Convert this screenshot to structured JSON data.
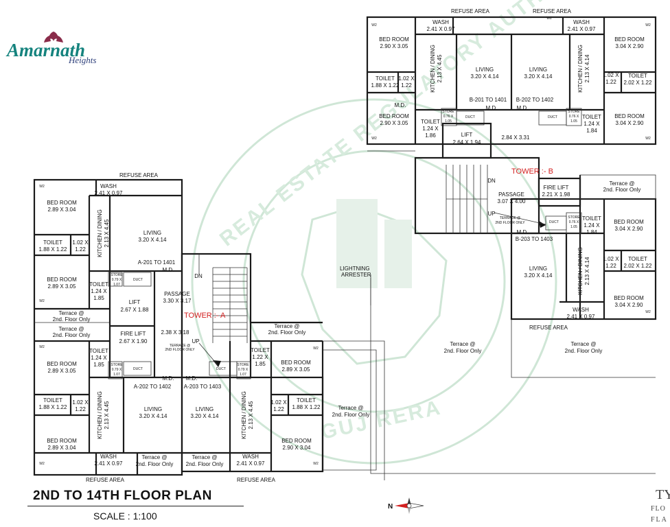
{
  "logo": {
    "brand": "Amarnath",
    "sub": "Heights"
  },
  "title": "2ND TO 14TH FLOOR PLAN",
  "scale": "SCALE : 1:100",
  "watermark": "REAL ESTATE REGULATORY AUTHORITY",
  "watermark_bottom": "GUJ RERA",
  "side_text": {
    "type": "TY",
    "floor": "FLO",
    "flat": "FLA"
  },
  "north": "N",
  "lightning": "LIGHTNING ARRESTER",
  "labels": [
    {
      "id": "refuse-a-top",
      "t": "REFUSE AREA"
    },
    {
      "id": "wash-a1",
      "t": "WASH"
    },
    {
      "id": "wash-a1-d",
      "t": "2.41 X 0.97"
    },
    {
      "id": "bed-a1",
      "t": "BED ROOM"
    },
    {
      "id": "bed-a1-d",
      "t": "2.89 X 3.04"
    },
    {
      "id": "kit-a1",
      "t": "KITCHEN / DINING"
    },
    {
      "id": "kit-a1-d",
      "t": "2.13 X 4.45"
    },
    {
      "id": "liv-a1",
      "t": "LIVING"
    },
    {
      "id": "liv-a1-d",
      "t": "3.20 X 4.14"
    },
    {
      "id": "toi-a1",
      "t": "TOILET"
    },
    {
      "id": "toi-a1-d",
      "t": "1.88 X 1.22"
    },
    {
      "id": "toi-a1b",
      "t": "1.02 X"
    },
    {
      "id": "toi-a1b2",
      "t": "1.22"
    },
    {
      "id": "flat-a201",
      "t": "A-201 TO 1401"
    },
    {
      "id": "bed-a2",
      "t": "BED ROOM"
    },
    {
      "id": "bed-a2-d",
      "t": "2.89 X 3.05"
    },
    {
      "id": "toi-a2",
      "t": "TOILET"
    },
    {
      "id": "toi-a2-d",
      "t": "1.24 X"
    },
    {
      "id": "toi-a2-d2",
      "t": "1.85"
    },
    {
      "id": "store-a1",
      "t": "STORE"
    },
    {
      "id": "store-a1-d",
      "t": "0.79 X"
    },
    {
      "id": "store-a1-d2",
      "t": "1.07"
    },
    {
      "id": "duct-a1",
      "t": "DUCT"
    },
    {
      "id": "passage-a",
      "t": "PASSAGE"
    },
    {
      "id": "passage-a-d",
      "t": "3.30 X 3.17"
    },
    {
      "id": "lift-a",
      "t": "LIFT"
    },
    {
      "id": "lift-a-d",
      "t": "2.67 X 1.88"
    },
    {
      "id": "tower-a",
      "t": "TOWER :- A"
    },
    {
      "id": "terr-a1",
      "t": "Terrace @"
    },
    {
      "id": "terr-a1-b",
      "t": "2nd. Floor Only"
    },
    {
      "id": "terr-a2",
      "t": "Terrace @"
    },
    {
      "id": "terr-a2-b",
      "t": "2nd. Floor Only"
    },
    {
      "id": "flift-a",
      "t": "FIRE LIFT"
    },
    {
      "id": "flift-a-d",
      "t": "2.67 X 1.90"
    },
    {
      "id": "lobby-a-d",
      "t": "2.38 X 3.18"
    },
    {
      "id": "terr-a3",
      "t": "TERRACE @"
    },
    {
      "id": "terr-a3-b",
      "t": "2ND FLOOR ONLY"
    },
    {
      "id": "bed-a3",
      "t": "BED ROOM"
    },
    {
      "id": "bed-a3-d",
      "t": "2.89 X 3.05"
    },
    {
      "id": "toi-a3",
      "t": "TOILET"
    },
    {
      "id": "toi-a3-d",
      "t": "1.24 X"
    },
    {
      "id": "toi-a3-d2",
      "t": "1.85"
    },
    {
      "id": "store-a2",
      "t": "STORE"
    },
    {
      "id": "store-a2-d",
      "t": "0.79 X"
    },
    {
      "id": "store-a2-d2",
      "t": "1.07"
    },
    {
      "id": "duct-a2",
      "t": "DUCT"
    },
    {
      "id": "flat-a202",
      "t": "A-202 TO 1402"
    },
    {
      "id": "flat-a203",
      "t": "A-203 TO 1403"
    },
    {
      "id": "duct-a3",
      "t": "DUCT"
    },
    {
      "id": "store-a3",
      "t": "STORE"
    },
    {
      "id": "store-a3-d",
      "t": "0.79 X"
    },
    {
      "id": "store-a3-d2",
      "t": "1.07"
    },
    {
      "id": "toi-a4",
      "t": "TOILET"
    },
    {
      "id": "toi-a4-d",
      "t": "1.22 X"
    },
    {
      "id": "toi-a4-d2",
      "t": "1.85"
    },
    {
      "id": "terr-a4",
      "t": "Terrace @"
    },
    {
      "id": "terr-a4-b",
      "t": "2nd. Floor Only"
    },
    {
      "id": "bed-a4",
      "t": "BED ROOM"
    },
    {
      "id": "bed-a4-d",
      "t": "2.89 X 3.05"
    },
    {
      "id": "toi-a5",
      "t": "TOILET"
    },
    {
      "id": "toi-a5-d",
      "t": "1.88 X 1.22"
    },
    {
      "id": "toi-a5b",
      "t": "1.02 X"
    },
    {
      "id": "toi-a5b2",
      "t": "1.22"
    },
    {
      "id": "kit-a2",
      "t": "KITCHEN / DINING"
    },
    {
      "id": "kit-a2-d",
      "t": "2.13 X 4.45"
    },
    {
      "id": "liv-a2",
      "t": "LIVING"
    },
    {
      "id": "liv-a2-d",
      "t": "3.20 X 4.14"
    },
    {
      "id": "liv-a3",
      "t": "LIVING"
    },
    {
      "id": "liv-a3-d",
      "t": "3.20 X 4.14"
    },
    {
      "id": "kit-a3",
      "t": "KITCHEN / DINING"
    },
    {
      "id": "kit-a3-d",
      "t": "2.13 X 4.45"
    },
    {
      "id": "toi-a6b",
      "t": "1.02 X"
    },
    {
      "id": "toi-a6b2",
      "t": "1.22"
    },
    {
      "id": "toi-a6",
      "t": "TOILET"
    },
    {
      "id": "toi-a6-d",
      "t": "1.88 X 1.22"
    },
    {
      "id": "bed-a5",
      "t": "BED ROOM"
    },
    {
      "id": "bed-a5-d",
      "t": "2.89 X 3.04"
    },
    {
      "id": "bed-a6",
      "t": "BED ROOM"
    },
    {
      "id": "bed-a6-d",
      "t": "2.90 X 3.04"
    },
    {
      "id": "wash-a2",
      "t": "WASH"
    },
    {
      "id": "wash-a2-d",
      "t": "2.41 X 0.97"
    },
    {
      "id": "terr-a5",
      "t": "Terrace @"
    },
    {
      "id": "terr-a5-b",
      "t": "2nd. Floor Only"
    },
    {
      "id": "terr-a6",
      "t": "Terrace @"
    },
    {
      "id": "terr-a6-b",
      "t": "2nd. Floor Only"
    },
    {
      "id": "wash-a3",
      "t": "WASH"
    },
    {
      "id": "wash-a3-d",
      "t": "2.41 X 0.97"
    },
    {
      "id": "refuse-a-b1",
      "t": "REFUSE AREA"
    },
    {
      "id": "refuse-a-b2",
      "t": "REFUSE AREA"
    },
    {
      "id": "terr-a7",
      "t": "Terrace @"
    },
    {
      "id": "terr-a7-b",
      "t": "2nd. Floor Only"
    },
    {
      "id": "refuse-b1",
      "t": "REFUSE AREA"
    },
    {
      "id": "refuse-b2",
      "t": "REFUSE AREA"
    },
    {
      "id": "wash-b1",
      "t": "WASH"
    },
    {
      "id": "wash-b1-d",
      "t": "2.41 X 0.97"
    },
    {
      "id": "wash-b2",
      "t": "WASH"
    },
    {
      "id": "wash-b2-d",
      "t": "2.41 X 0.97"
    },
    {
      "id": "bed-b1",
      "t": "BED ROOM"
    },
    {
      "id": "bed-b1-d",
      "t": "2.90 X 3.05"
    },
    {
      "id": "kit-b1",
      "t": "KITCHEN / DINING"
    },
    {
      "id": "kit-b1-d",
      "t": "2.13 X 4.45"
    },
    {
      "id": "liv-b1",
      "t": "LIVING"
    },
    {
      "id": "liv-b1-d",
      "t": "3.20 X 4.14"
    },
    {
      "id": "liv-b2",
      "t": "LIVING"
    },
    {
      "id": "liv-b2-d",
      "t": "3.20 X 4.14"
    },
    {
      "id": "kit-b2",
      "t": "KITCHEN / DINING"
    },
    {
      "id": "kit-b2-d",
      "t": "2.13 X 4.14"
    },
    {
      "id": "bed-b2",
      "t": "BED ROOM"
    },
    {
      "id": "bed-b2-d",
      "t": "3.04 X 2.90"
    },
    {
      "id": "toi-b1",
      "t": "TOILET"
    },
    {
      "id": "toi-b1-d",
      "t": "1.88 X 1.22"
    },
    {
      "id": "toi-b1b",
      "t": "1.02 X"
    },
    {
      "id": "toi-b1b2",
      "t": "1.22"
    },
    {
      "id": "toi-b2b",
      "t": "1.02 X"
    },
    {
      "id": "toi-b2b2",
      "t": "1.22"
    },
    {
      "id": "toi-b2",
      "t": "TOILET"
    },
    {
      "id": "toi-b2-d",
      "t": "2.02 X 1.22"
    },
    {
      "id": "flat-b201",
      "t": "B-201 TO 1401"
    },
    {
      "id": "flat-b202",
      "t": "B-202 TO 1402"
    },
    {
      "id": "bed-b3",
      "t": "BED ROOM"
    },
    {
      "id": "bed-b3-d",
      "t": "2.90 X 3.05"
    },
    {
      "id": "store-b1",
      "t": "STORE"
    },
    {
      "id": "store-b1-d",
      "t": "0.76 X"
    },
    {
      "id": "store-b1-d2",
      "t": "1.05"
    },
    {
      "id": "toi-b3",
      "t": "TOILET"
    },
    {
      "id": "toi-b3-d",
      "t": "1.24 X"
    },
    {
      "id": "toi-b3-d2",
      "t": "1.86"
    },
    {
      "id": "duct-b1",
      "t": "DUCT"
    },
    {
      "id": "duct-b2",
      "t": "DUCT"
    },
    {
      "id": "store-b2",
      "t": "STORE"
    },
    {
      "id": "store-b2-d",
      "t": "0.76 X"
    },
    {
      "id": "store-b2-d2",
      "t": "1.05"
    },
    {
      "id": "toi-b4",
      "t": "TOILET"
    },
    {
      "id": "toi-b4-d",
      "t": "1.24 X"
    },
    {
      "id": "toi-b4-d2",
      "t": "1.84"
    },
    {
      "id": "bed-b4",
      "t": "BED ROOM"
    },
    {
      "id": "bed-b4-d",
      "t": "3.04 X 2.90"
    },
    {
      "id": "lift-b",
      "t": "LIFT"
    },
    {
      "id": "lift-b-d",
      "t": "2.64 X 1.94"
    },
    {
      "id": "lobby-b-d",
      "t": "2.84 X 3.31"
    },
    {
      "id": "tower-b",
      "t": "TOWER :- B"
    },
    {
      "id": "passage-b",
      "t": "PASSAGE"
    },
    {
      "id": "passage-b-d",
      "t": "3.07 X 4.00"
    },
    {
      "id": "flift-b",
      "t": "FIRE LIFT"
    },
    {
      "id": "flift-b-d",
      "t": "2.21 X 1.98"
    },
    {
      "id": "terr-b1",
      "t": "Terrace @"
    },
    {
      "id": "terr-b1-b",
      "t": "2nd. Floor Only"
    },
    {
      "id": "terr-b2",
      "t": "TERRACE @"
    },
    {
      "id": "terr-b2-b",
      "t": "2ND FLOOR ONLY"
    },
    {
      "id": "duct-b3",
      "t": "DUCT"
    },
    {
      "id": "store-b3",
      "t": "STORE"
    },
    {
      "id": "store-b3-d",
      "t": "0.76 X"
    },
    {
      "id": "store-b3-d2",
      "t": "1.05"
    },
    {
      "id": "toi-b5",
      "t": "TOILET"
    },
    {
      "id": "toi-b5-d",
      "t": "1.24 X"
    },
    {
      "id": "toi-b5-d2",
      "t": "1.84"
    },
    {
      "id": "bed-b5",
      "t": "BED ROOM"
    },
    {
      "id": "bed-b5-d",
      "t": "3.04 X 2.90"
    },
    {
      "id": "flat-b203",
      "t": "B-203 TO 1403"
    },
    {
      "id": "liv-b3",
      "t": "LIVING"
    },
    {
      "id": "liv-b3-d",
      "t": "3.20 X 4.14"
    },
    {
      "id": "kit-b3",
      "t": "KITCHEN / DINING"
    },
    {
      "id": "kit-b3-d",
      "t": "2.13 X 4.14"
    },
    {
      "id": "toi-b6b",
      "t": "1.02 X"
    },
    {
      "id": "toi-b6b2",
      "t": "1.22"
    },
    {
      "id": "toi-b6",
      "t": "TOILET"
    },
    {
      "id": "toi-b6-d",
      "t": "2.02 X 1.22"
    },
    {
      "id": "bed-b6",
      "t": "BED ROOM"
    },
    {
      "id": "bed-b6-d",
      "t": "3.04 X 2.90"
    },
    {
      "id": "wash-b3",
      "t": "WASH"
    },
    {
      "id": "wash-b3-d",
      "t": "2.41 X 0.97"
    },
    {
      "id": "refuse-b3",
      "t": "REFUSE AREA"
    },
    {
      "id": "terr-b3",
      "t": "Terrace @"
    },
    {
      "id": "terr-b3-b",
      "t": "2nd. Floor Only"
    },
    {
      "id": "terr-b4",
      "t": "Terrace @"
    },
    {
      "id": "terr-b4-b",
      "t": "2nd. Floor Only"
    },
    {
      "id": "dn-a",
      "t": "DN"
    },
    {
      "id": "up-a",
      "t": "UP"
    },
    {
      "id": "dn-b",
      "t": "DN"
    },
    {
      "id": "up-b",
      "t": "UP"
    },
    {
      "id": "md1",
      "t": "M.D."
    },
    {
      "id": "md2",
      "t": "M.D."
    },
    {
      "id": "md3",
      "t": "M.D."
    },
    {
      "id": "md4",
      "t": "M.D."
    },
    {
      "id": "md5",
      "t": "M.D."
    },
    {
      "id": "md6",
      "t": "M.D."
    },
    {
      "id": "md7",
      "t": "M.D."
    },
    {
      "id": "w2-1",
      "t": "W2"
    },
    {
      "id": "w2-2",
      "t": "W2"
    },
    {
      "id": "w2-3",
      "t": "W2"
    },
    {
      "id": "w2-4",
      "t": "W2"
    },
    {
      "id": "w2-5",
      "t": "W2"
    },
    {
      "id": "w2-6",
      "t": "W2"
    },
    {
      "id": "w2-7",
      "t": "W2"
    },
    {
      "id": "w2-8",
      "t": "W2"
    },
    {
      "id": "w2-9",
      "t": "W2"
    },
    {
      "id": "w2-10",
      "t": "W2"
    },
    {
      "id": "w2-11",
      "t": "W2"
    },
    {
      "id": "w2-12",
      "t": "W2"
    }
  ]
}
